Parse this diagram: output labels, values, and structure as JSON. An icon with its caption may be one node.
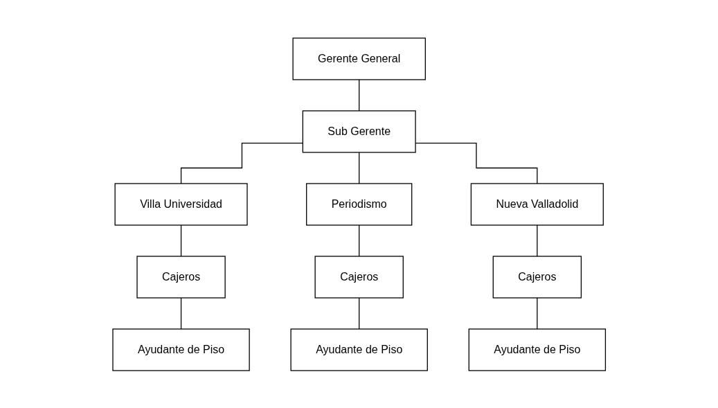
{
  "diagram": {
    "nodes": [
      {
        "text": [
          "Gerente General"
        ]
      },
      {
        "text": [
          "Sub Gerente"
        ]
      },
      {
        "text": [
          "Villa Universidad"
        ]
      },
      {
        "text": [
          "Periodismo"
        ]
      },
      {
        "text": [
          "Nueva Valladolid"
        ]
      },
      {
        "text": [
          "Cajeros"
        ]
      },
      {
        "text": [
          "Cajeros"
        ]
      },
      {
        "text": [
          "Cajeros"
        ]
      },
      {
        "text": [
          "Ayudante de Piso"
        ]
      },
      {
        "text": [
          "Ayudante de Piso"
        ]
      },
      {
        "text": [
          "Ayudante de Piso"
        ]
      }
    ],
    "edges": [
      {
        "from": 0,
        "to": 1,
        "arrow": "none"
      },
      {
        "from": 1,
        "to": 2,
        "arrow": "none"
      },
      {
        "from": 1,
        "to": 3,
        "arrow": "none"
      },
      {
        "from": 1,
        "to": 4,
        "arrow": "none"
      },
      {
        "from": 2,
        "to": 5,
        "arrow": "none"
      },
      {
        "from": 3,
        "to": 6,
        "arrow": "none"
      },
      {
        "from": 4,
        "to": 7,
        "arrow": "none"
      },
      {
        "from": 5,
        "to": 8,
        "arrow": "none"
      },
      {
        "from": 6,
        "to": 9,
        "arrow": "none"
      },
      {
        "from": 7,
        "to": 10,
        "arrow": "none"
      }
    ]
  }
}
